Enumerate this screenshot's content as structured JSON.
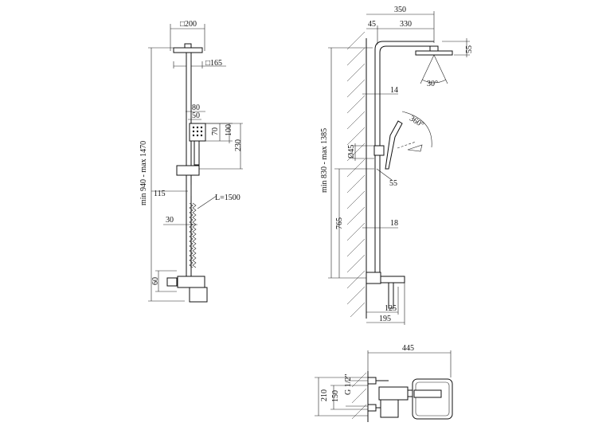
{
  "front_view": {
    "dims": {
      "head_square": "□200",
      "arm_square": "□165",
      "handshower_w_outer": "80",
      "handshower_w_inner": "50",
      "handshower_h_inner": "70",
      "handshower_h_outer": "100",
      "handshower_offset": "230",
      "total_height": "min 940 - max 1470",
      "slider_offset": "115",
      "hose_dia": "30",
      "hose_length": "L=1500",
      "mixer_height": "60"
    }
  },
  "side_view": {
    "dims": {
      "reach_total": "350",
      "wall_gap": "45",
      "arm_reach": "330",
      "head_thickness": "55",
      "spray_angle": "30°",
      "upper_pipe": "14",
      "rotation": "360°",
      "holder_dia": "Ø45",
      "holder_depth": "55",
      "total_height": "min 830 - max 1385",
      "lower_height": "765",
      "lower_pipe": "18",
      "mixer_depth": "125",
      "mixer_projection": "195"
    }
  },
  "top_view": {
    "dims": {
      "overall_depth": "445",
      "height_total": "210",
      "height_inner": "150",
      "thread": "G 1/2\""
    }
  }
}
